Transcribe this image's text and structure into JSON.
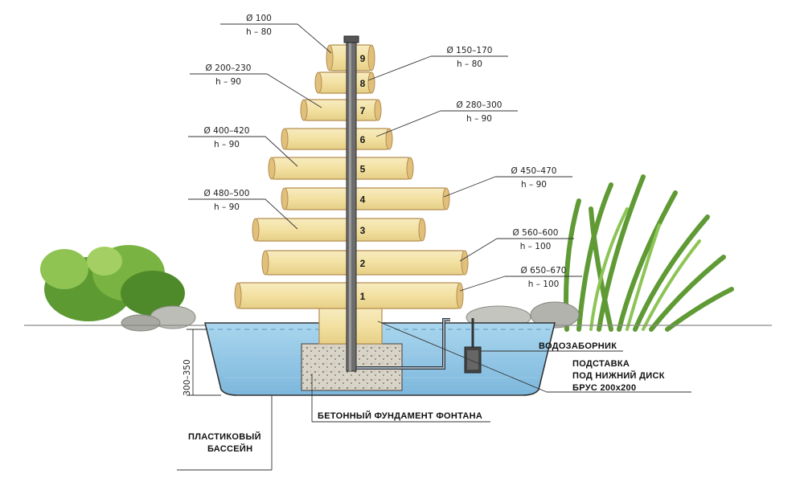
{
  "diagram": {
    "discs": [
      {
        "number": "1",
        "diameter": "Ø 650–670",
        "height": "h – 100"
      },
      {
        "number": "2",
        "diameter": "Ø 560–600",
        "height": "h – 100"
      },
      {
        "number": "3",
        "diameter": "Ø 480–500",
        "height": "h – 90"
      },
      {
        "number": "4",
        "diameter": "Ø 450–470",
        "height": "h – 90"
      },
      {
        "number": "5",
        "diameter": "Ø 400–420",
        "height": "h – 90"
      },
      {
        "number": "6",
        "diameter": "Ø 280–300",
        "height": "h – 90"
      },
      {
        "number": "7",
        "diameter": "Ø 200–230",
        "height": "h – 90"
      },
      {
        "number": "8",
        "diameter": "Ø 150–170",
        "height": "h – 80"
      },
      {
        "number": "9",
        "diameter": "Ø 100",
        "height": "h – 80"
      }
    ],
    "depth_label": "300–350",
    "labels": {
      "water_intake": "ВОДОЗАБОРНИК",
      "stand_line1": "ПОДСТАВКА",
      "stand_line2": "ПОД НИЖНИЙ ДИСК",
      "stand_line3": "БРУС 200х200",
      "foundation": "БЕТОННЫЙ ФУНДАМЕНТ ФОНТАНА",
      "pool_line1": "ПЛАСТИКОВЫЙ",
      "pool_line2": "БАССЕЙН"
    },
    "colors": {
      "wood": "#f3e3a6",
      "wood_edge": "#b58d52",
      "water": "#8fc8e6",
      "water_dark": "#5b97bf",
      "concrete": "#c8c2b4",
      "foliage": "#6fa63d",
      "stone": "#bdbdb8"
    }
  }
}
